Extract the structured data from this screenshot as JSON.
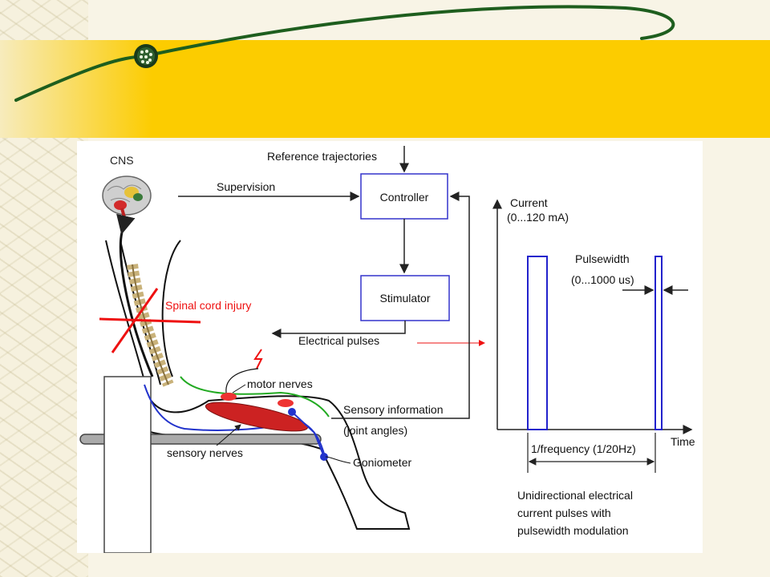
{
  "diagram": {
    "cns": "CNS",
    "reference_trajectories": "Reference trajectories",
    "supervision": "Supervision",
    "controller": "Controller",
    "stimulator": "Stimulator",
    "spinal_cord_injury": "Spinal cord injury",
    "electrical_pulses": "Electrical pulses",
    "motor_nerves": "motor nerves",
    "sensory_information_line1": "Sensory information",
    "sensory_information_line2": "(joint angles)",
    "sensory_nerves": "sensory nerves",
    "goniometer": "Goniometer"
  },
  "pulse_chart": {
    "y_label_line1": "Current",
    "y_label_line2": "(0...120 mA)",
    "pulsewidth_line1": "Pulsewidth",
    "pulsewidth_line2": "(0...1000 us)",
    "x_label": "Time",
    "period_label": "1/frequency (1/20Hz)",
    "caption_line1": "Unidirectional electrical",
    "caption_line2": "current pulses with",
    "caption_line3": "pulsewidth modulation"
  },
  "colors": {
    "band": "#fccc00",
    "box_border": "#3333cc",
    "injury_red": "#ee1111",
    "muscle_red": "#cc2222",
    "sensory_blue": "#2233cc",
    "motor_green": "#22aa22",
    "pulse_blue": "#2222cc"
  }
}
